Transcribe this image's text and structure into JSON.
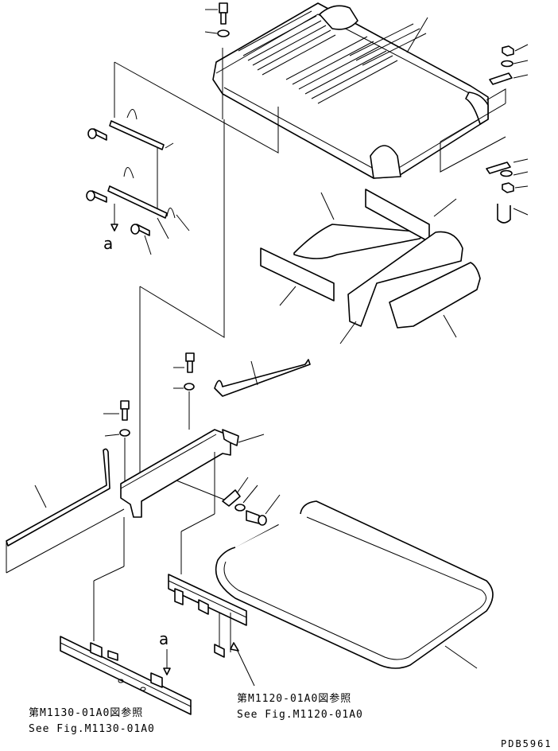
{
  "references": {
    "left": {
      "line1": "第M1130-01A0図参照",
      "line2": "See Fig.M1130-01A0"
    },
    "right": {
      "line1": "第M1120-01A0図参照",
      "line2": "See Fig.M1120-01A0"
    }
  },
  "view_marker": {
    "label_top": "a",
    "label_bottom": "a"
  },
  "drawing_code": "PDB5961"
}
